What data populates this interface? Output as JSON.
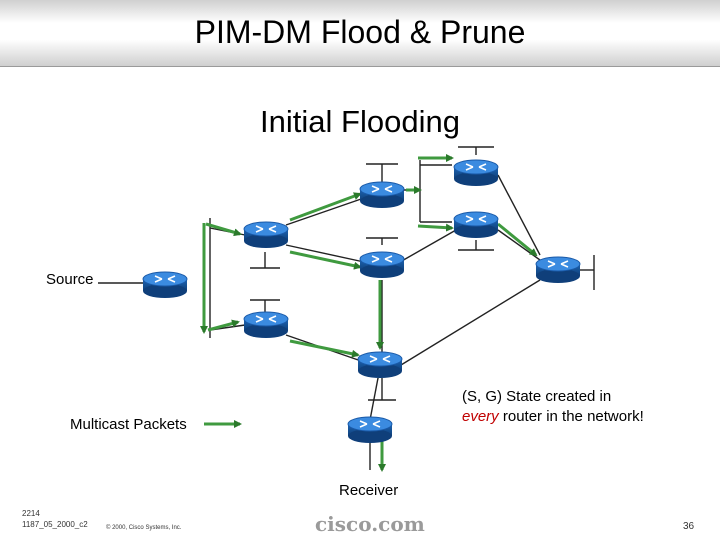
{
  "header": {
    "title": "PIM-DM Flood & Prune"
  },
  "diagram": {
    "subtitle": "Initial Flooding",
    "labels": {
      "source": "Source",
      "multicast_packets": "Multicast Packets",
      "receiver": "Receiver",
      "state_line1": "(S, G) State created in",
      "state_emphasis": "every",
      "state_rest": " router in the network!"
    },
    "colors": {
      "router": "#1e6fc4",
      "link": "#222222",
      "flood_arrow": "#3f9a3f",
      "emphasis": "#c00000"
    }
  },
  "footer": {
    "course_code": "2214",
    "course_ref": "1187_05_2000_c2",
    "copyright": "© 2000, Cisco Systems, Inc.",
    "logo": "cisco.com",
    "page": "36"
  }
}
